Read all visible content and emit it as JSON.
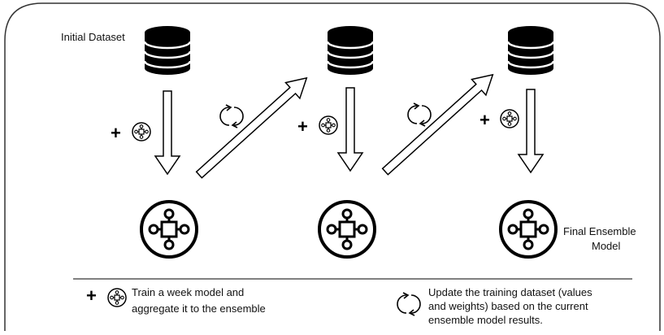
{
  "labels": {
    "initial_dataset": "Initial Dataset",
    "final_ensemble_line1": "Final Ensemble",
    "final_ensemble_line2": "Model",
    "plus": "+"
  },
  "legend": {
    "train_line1": "Train a week model and",
    "train_line2": "aggregate it to the ensemble",
    "update_line1": "Update the training dataset (values",
    "update_line2": "and weights) based on the current",
    "update_line3": "ensemble model results."
  },
  "icons": {
    "dataset": "database-icon",
    "model": "model-node-icon",
    "update": "refresh-cycle-icon",
    "add": "plus-icon"
  },
  "colors": {
    "stroke": "#000000",
    "fill": "#ffffff",
    "frame": "#333333"
  }
}
